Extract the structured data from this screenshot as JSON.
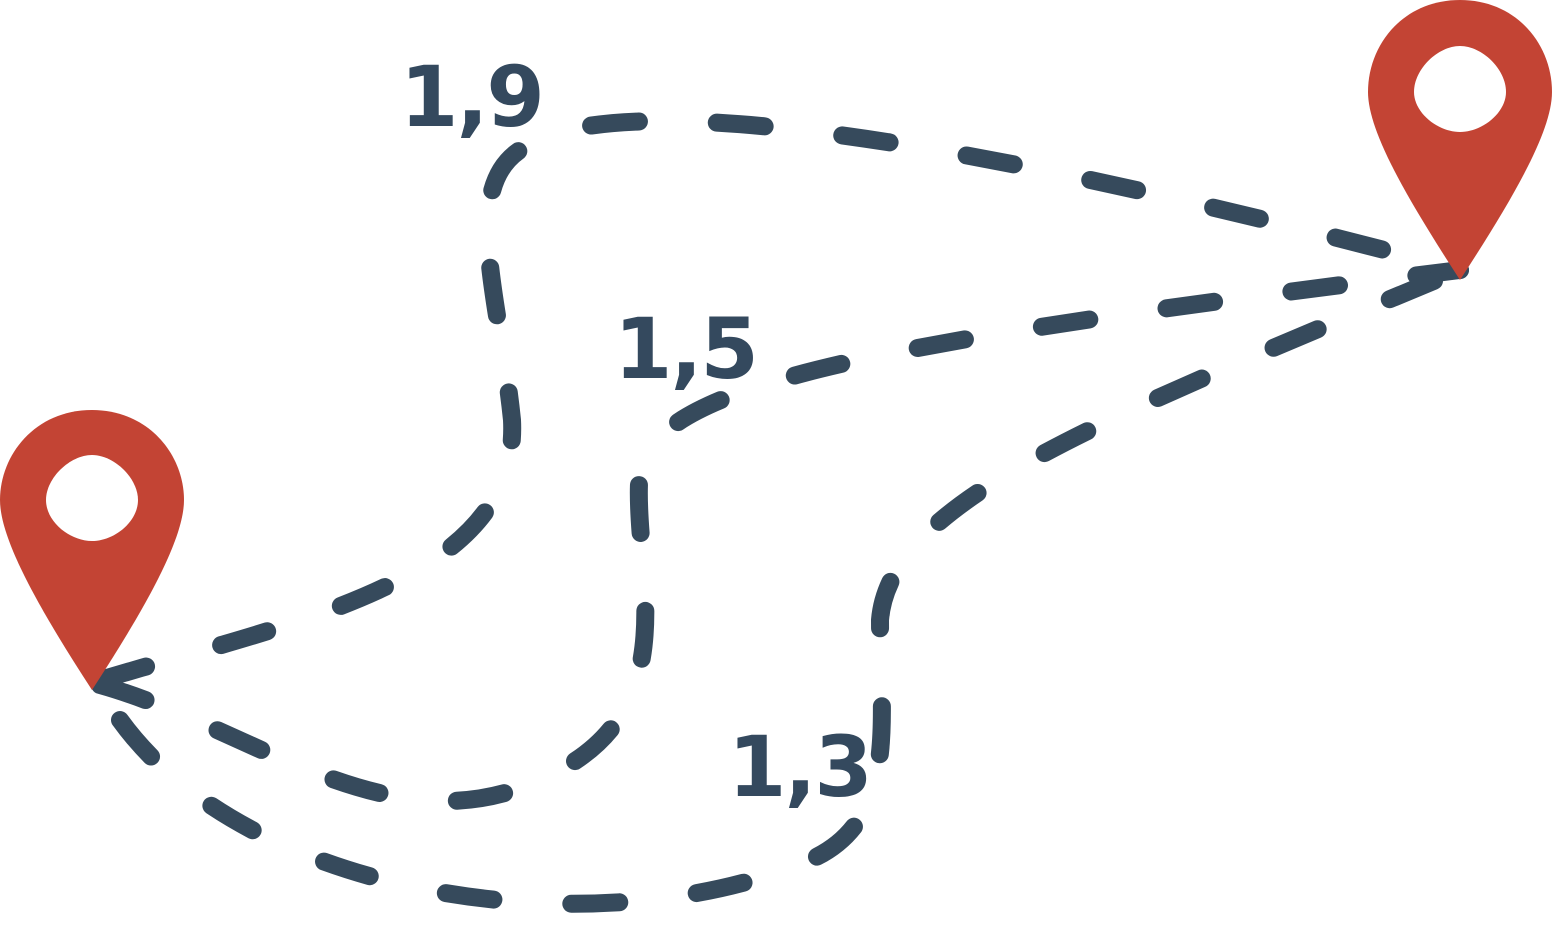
{
  "colors": {
    "route": "#364a5c",
    "pin": "#c34434",
    "pin_hole": "#ffffff",
    "label": "#34495e"
  },
  "routes": [
    {
      "id": "route-top",
      "label": "1,9"
    },
    {
      "id": "route-middle",
      "label": "1,5"
    },
    {
      "id": "route-bottom",
      "label": "1,3"
    }
  ],
  "pins": [
    {
      "id": "start",
      "icon": "location-pin-icon"
    },
    {
      "id": "end",
      "icon": "location-pin-icon"
    }
  ]
}
